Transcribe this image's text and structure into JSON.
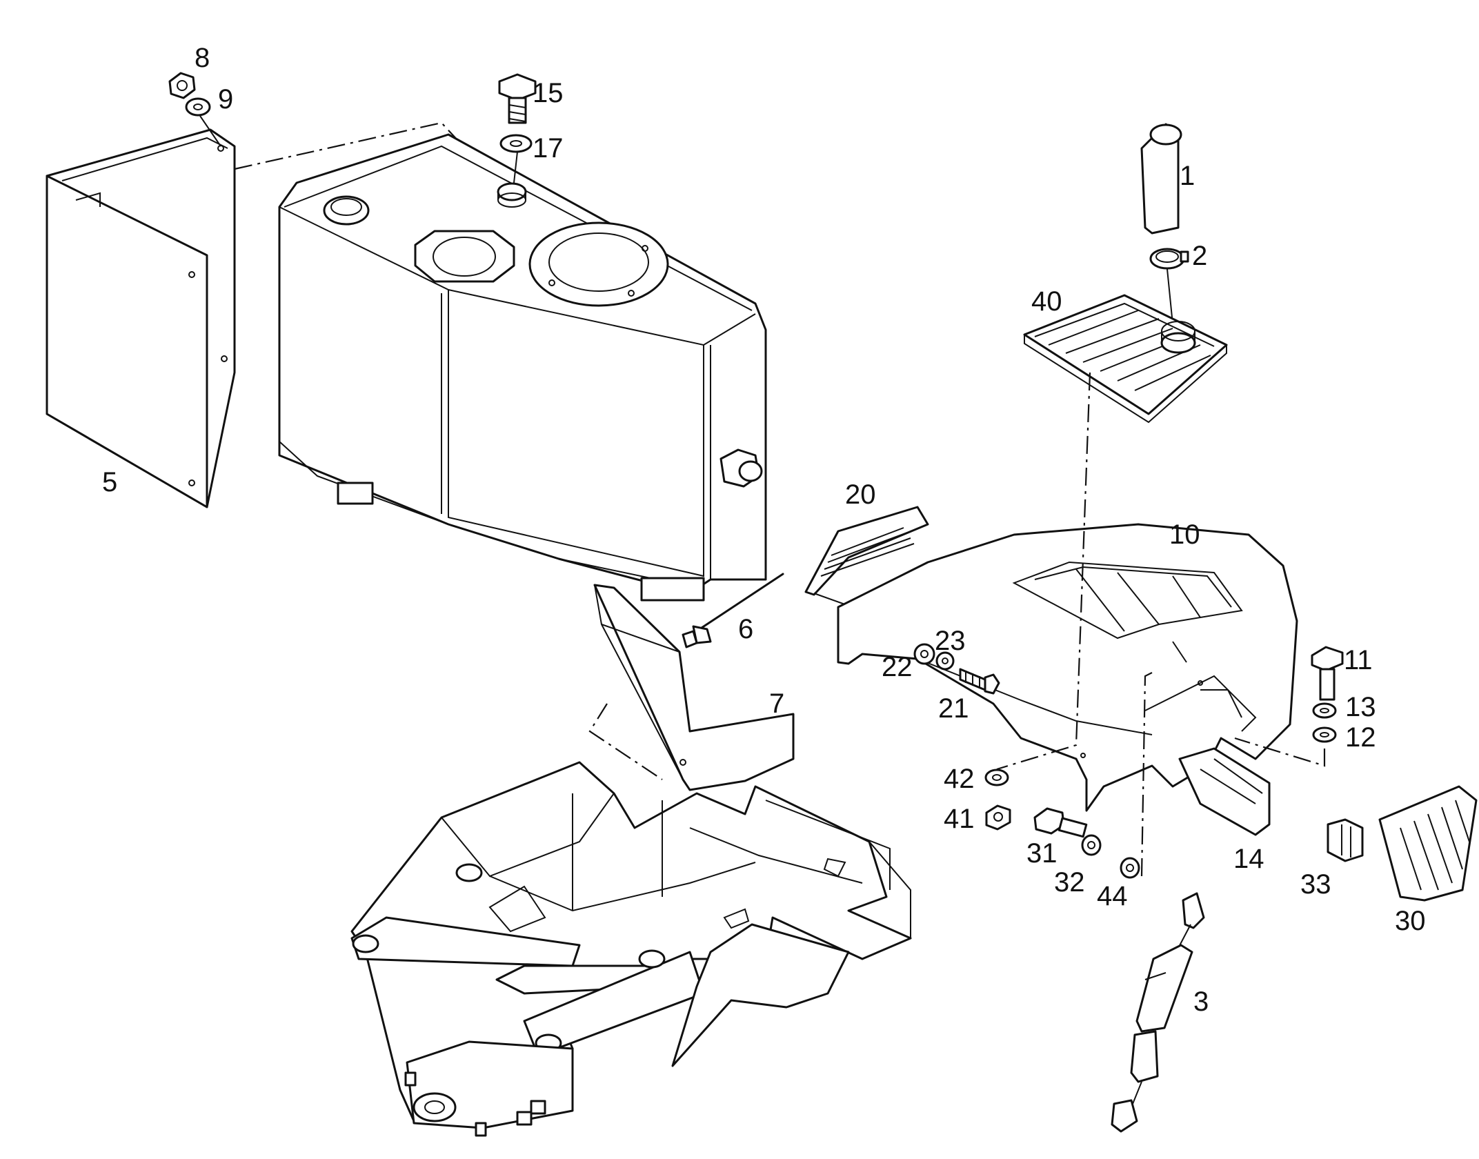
{
  "colors": {
    "ink": "#111111",
    "paper": "#ffffff"
  },
  "labels": {
    "p1": "1",
    "p2": "2",
    "p3": "3",
    "p5": "5",
    "p6": "6",
    "p7": "7",
    "p8": "8",
    "p9": "9",
    "p10": "10",
    "p11": "11",
    "p12": "12",
    "p13": "13",
    "p14": "14",
    "p15": "15",
    "p17": "17",
    "p20": "20",
    "p21": "21",
    "p22": "22",
    "p23": "23",
    "p30": "30",
    "p31": "31",
    "p32": "32",
    "p33": "33",
    "p40": "40",
    "p41": "41",
    "p42": "42",
    "p44": "44"
  }
}
